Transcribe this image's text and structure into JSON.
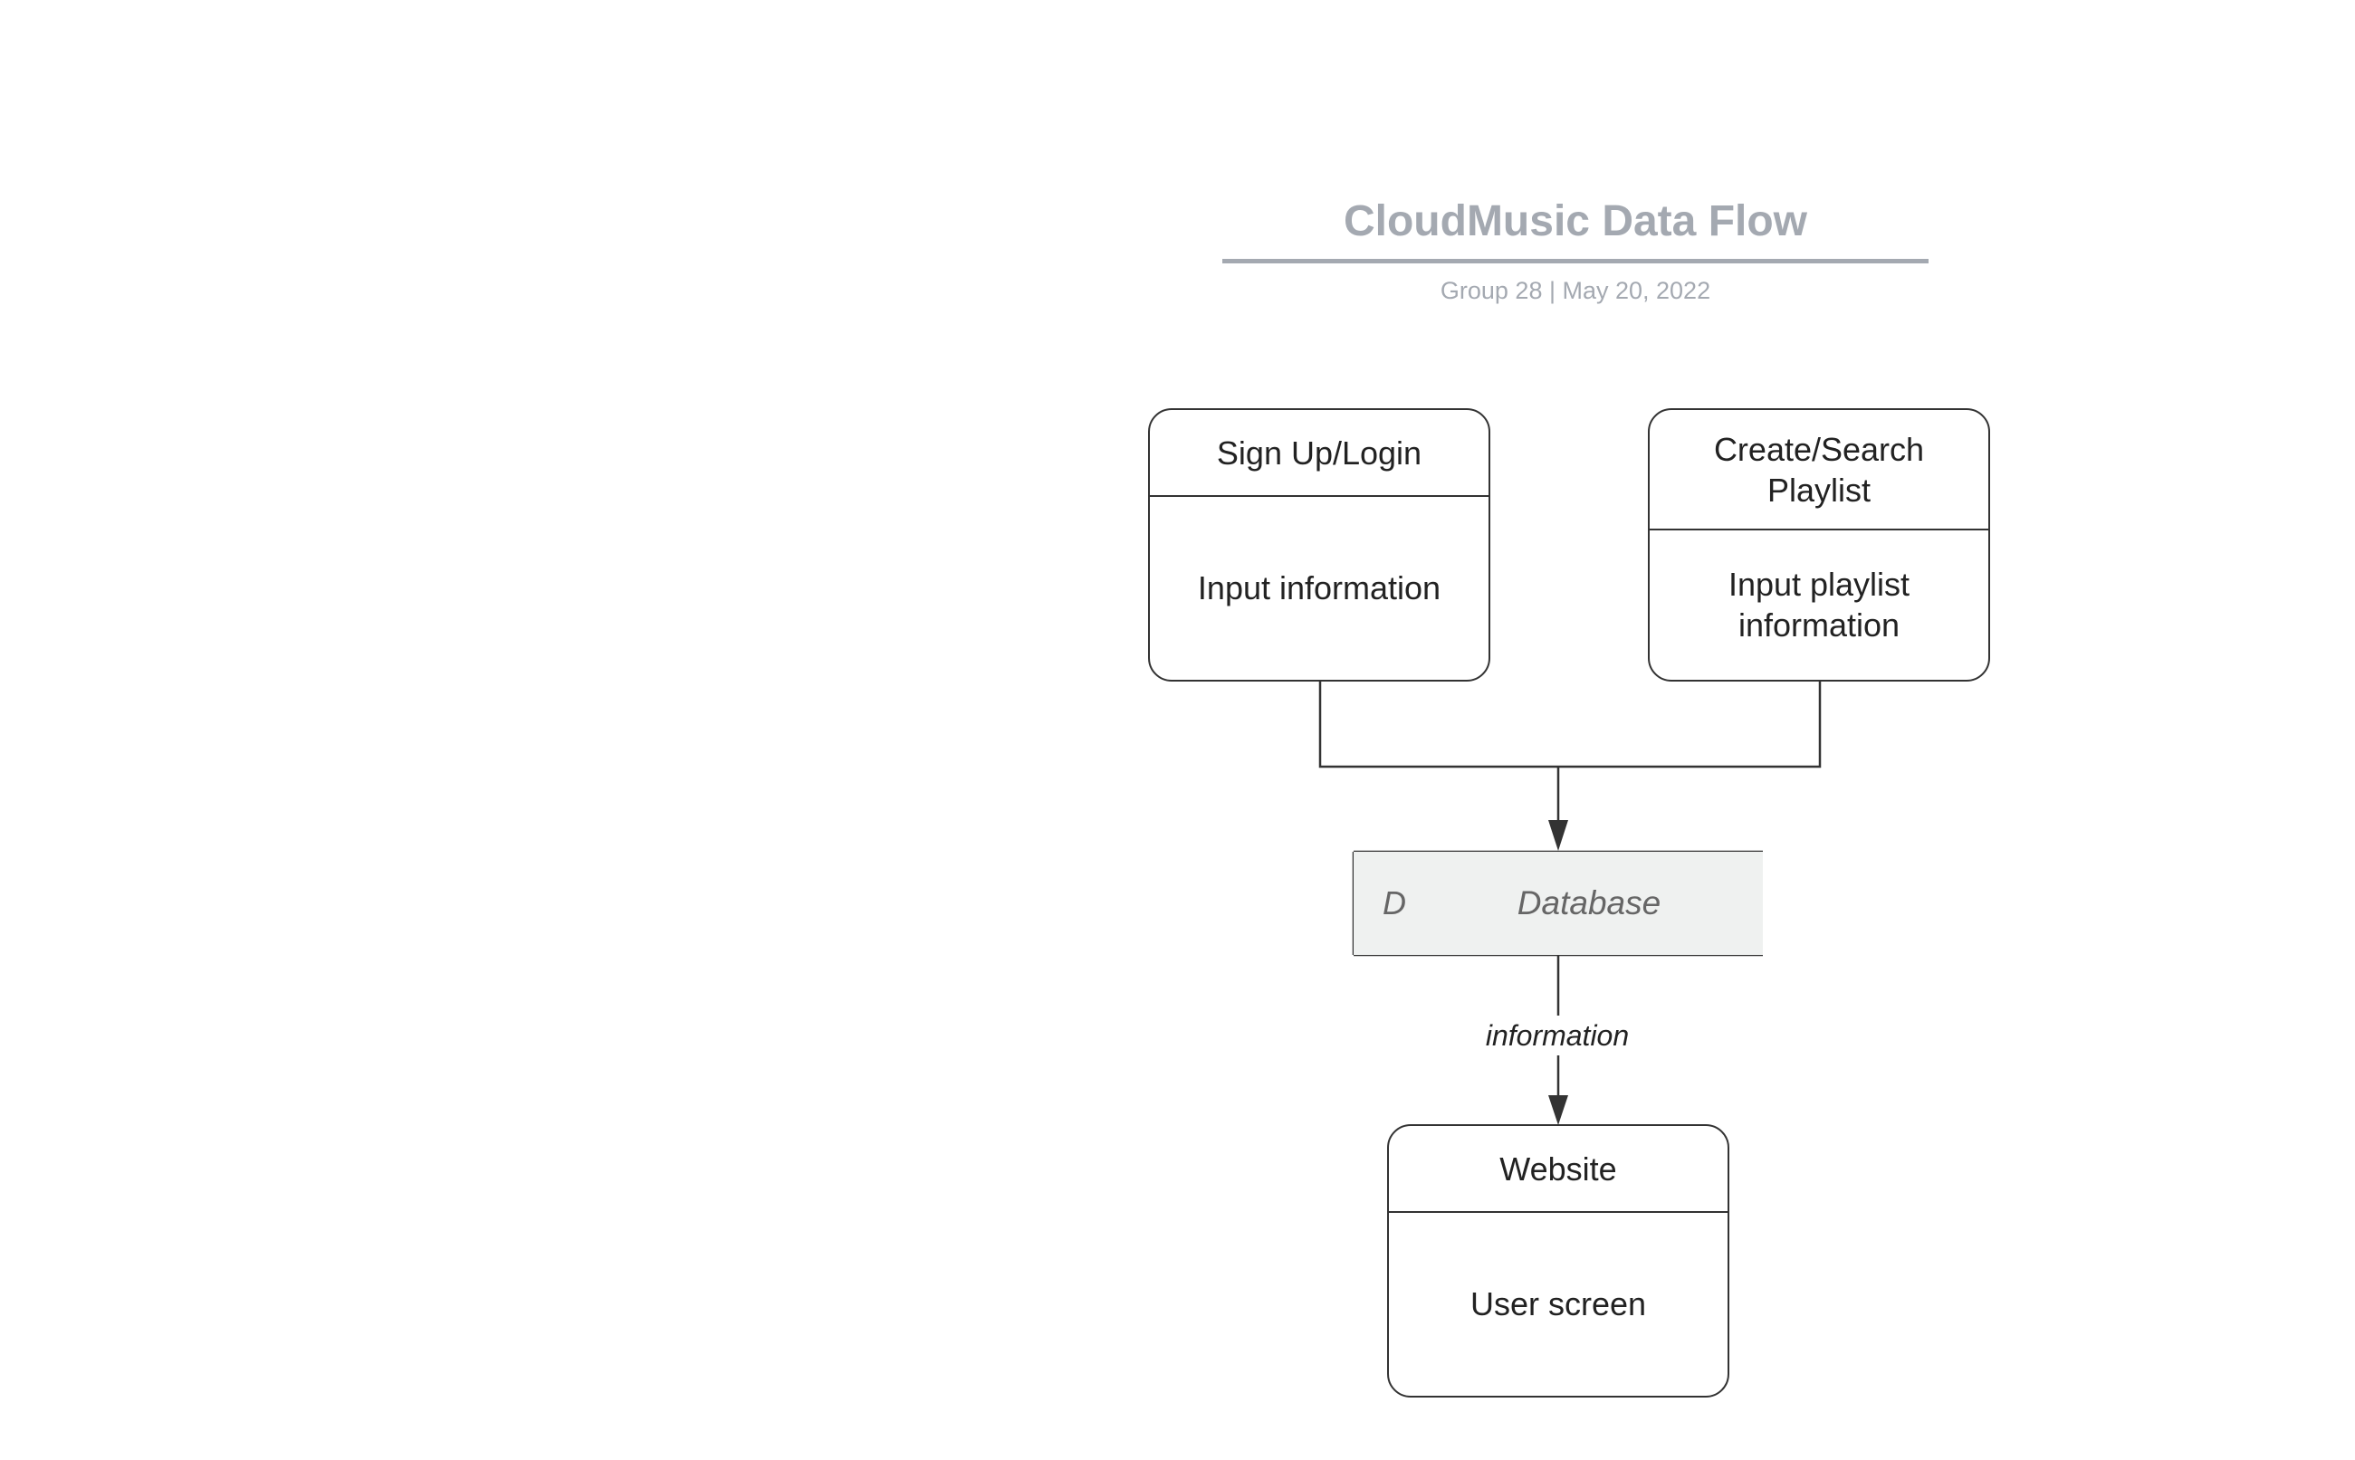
{
  "diagram": {
    "title": "CloudMusic Data Flow",
    "subtitle": "Group 28  |  May 20, 2022",
    "processes": [
      {
        "name": "Sign Up/Login",
        "description": "Input information"
      },
      {
        "name": "Create/Search Playlist",
        "description": "Input playlist information"
      },
      {
        "name": "Website",
        "description": "User screen"
      }
    ],
    "data_store": {
      "id": "D",
      "label": "Database"
    },
    "flows": [
      {
        "from": "Sign Up/Login",
        "to": "Database",
        "label": ""
      },
      {
        "from": "Create/Search Playlist",
        "to": "Database",
        "label": ""
      },
      {
        "from": "Database",
        "to": "Website",
        "label": "information"
      }
    ],
    "colors": {
      "title": "#a4a9b1",
      "stroke": "#333333",
      "store_fill": "#eff1f0",
      "text": "#222222"
    }
  }
}
